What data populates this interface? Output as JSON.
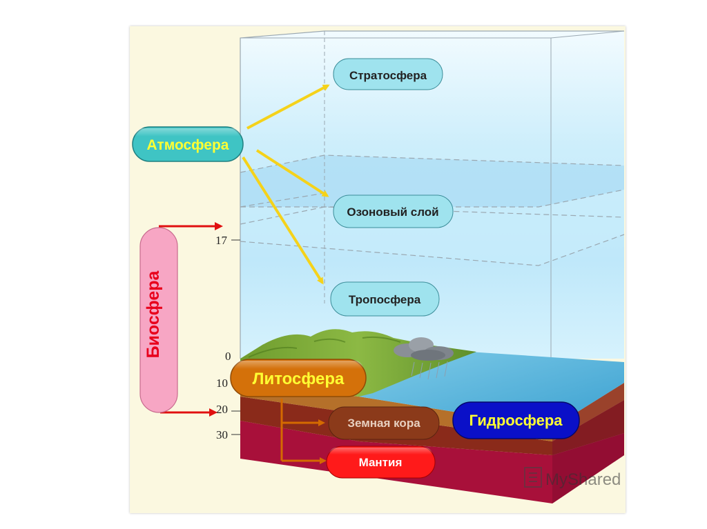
{
  "labels": {
    "stratosphere": "Стратосфера",
    "atmosphere": "Атмосфера",
    "ozone_layer": "Озоновый слой",
    "troposphere": "Тропосфера",
    "biosphere": "Биосфера",
    "lithosphere": "Литосфера",
    "earth_crust": "Земная кора",
    "mantle": "Мантия",
    "hydrosphere": "Гидросфера"
  },
  "scale": {
    "mark_17": "17",
    "mark_0": "0",
    "mark_10": "10",
    "mark_20": "20",
    "mark_30": "30"
  },
  "watermark": "MyShared",
  "colors": {
    "atmosphere_pill": "#3fc4c4",
    "atmosphere_text": "#ffff33",
    "biosphere_pill": "#f7a6c4",
    "biosphere_text": "#e8001c",
    "lithosphere_pill": "#d4710a",
    "lithosphere_text": "#ffff33",
    "crust_pill": "#8b3a1a",
    "mantle_pill": "#ff1a1a",
    "hydrosphere_pill": "#0a10c8",
    "hydrosphere_text": "#ffff33",
    "arrow_yellow": "#f5d21a",
    "arrow_red": "#e01010",
    "arrow_orange": "#d46a00"
  }
}
